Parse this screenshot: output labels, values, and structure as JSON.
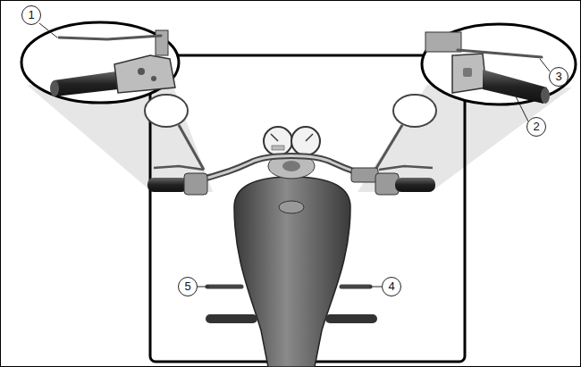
{
  "diagram": {
    "labels": [
      "1",
      "3",
      "2",
      "5",
      "4"
    ]
  }
}
